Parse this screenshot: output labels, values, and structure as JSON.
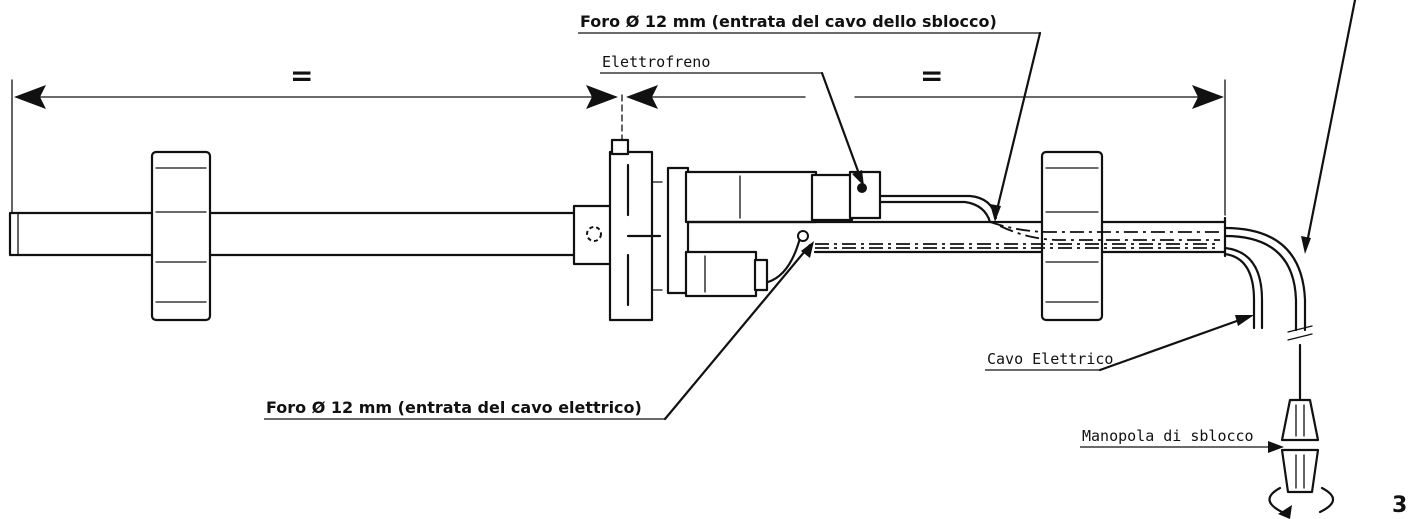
{
  "labels": {
    "hole_release": "Foro Ø 12 mm (entrata del cavo dello sblocco)",
    "brake": "Elettrofreno",
    "hole_electric": "Foro Ø 12 mm (entrata del cavo elettrico)",
    "cable": "Cavo Elettrico",
    "knob": "Manopola di sblocco"
  },
  "dimension": {
    "left": "=",
    "right": "="
  },
  "figure_number": "3"
}
